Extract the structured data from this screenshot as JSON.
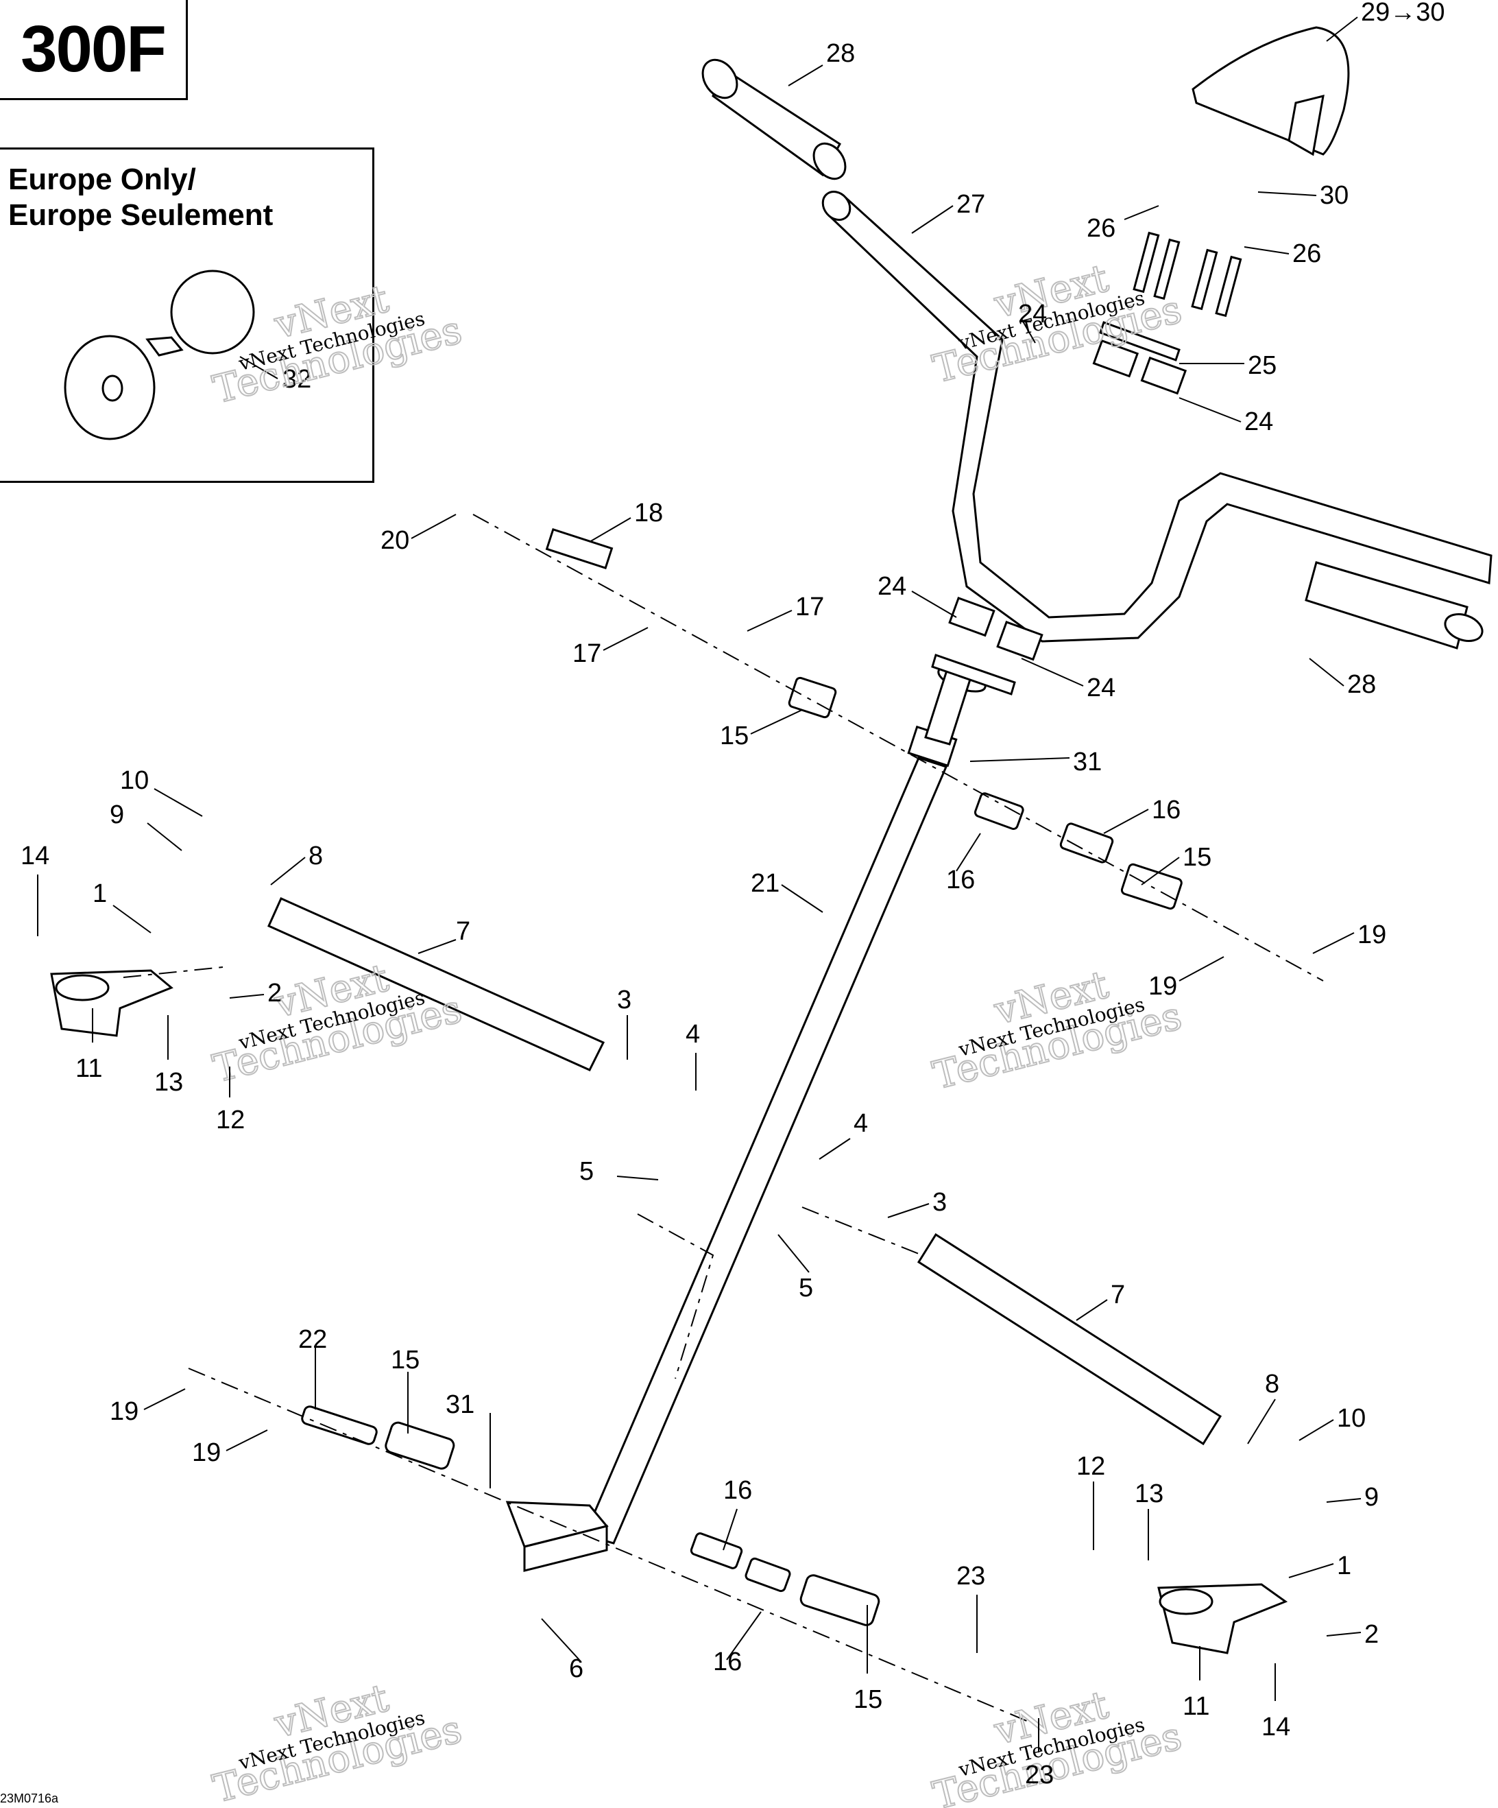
{
  "model_label": "300F",
  "inset": {
    "title_line1": "Europe Only/",
    "title_line2": "Europe Seulement",
    "part_callout": "32"
  },
  "watermark": {
    "line1": "vNext",
    "line2": "Technologies",
    "small": "vNext Technologies"
  },
  "drawing_code": "23M0716a",
  "callouts": [
    "28",
    "29→30",
    "30",
    "27",
    "26",
    "26",
    "24",
    "25",
    "24",
    "20",
    "18",
    "17",
    "17",
    "24",
    "24",
    "28",
    "15",
    "31",
    "16",
    "16",
    "15",
    "10",
    "9",
    "14",
    "1",
    "8",
    "7",
    "21",
    "19",
    "19",
    "2",
    "11",
    "13",
    "12",
    "3",
    "4",
    "4",
    "3",
    "5",
    "5",
    "7",
    "22",
    "15",
    "19",
    "19",
    "31",
    "16",
    "16",
    "15",
    "23",
    "23",
    "6",
    "10",
    "8",
    "12",
    "13",
    "9",
    "1",
    "2",
    "11",
    "14"
  ]
}
